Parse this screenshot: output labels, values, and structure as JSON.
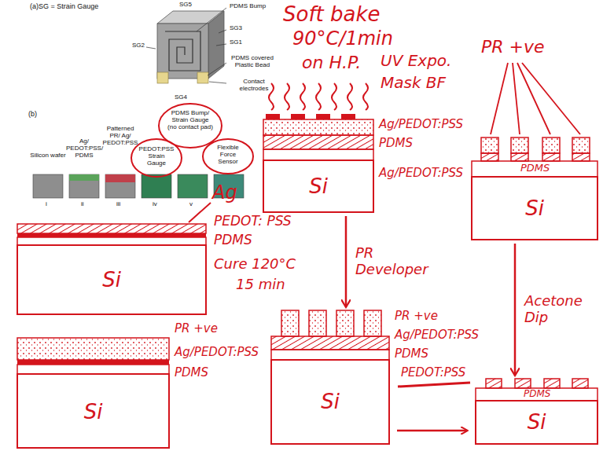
{
  "diagram": {
    "nodes": [
      {
        "text": [
          "Si"
        ]
      },
      {
        "text": [
          "Si"
        ]
      },
      {
        "text": [
          "Si"
        ]
      },
      {
        "text": [
          "Si"
        ]
      },
      {
        "text": [
          "Si"
        ]
      },
      {
        "text": [
          "Si"
        ]
      }
    ],
    "edges": [
      {
        "from": 2,
        "to": 3,
        "arrow": "to",
        "label": "PR Developer"
      },
      {
        "from": 4,
        "to": 5,
        "arrow": "to",
        "label": "Acetone Dip"
      }
    ],
    "labels": [
      "(a)SG = Strain Gauge",
      "SG5",
      "PDMS Bump",
      "SG3",
      "SG2",
      "SG1",
      "PDMS covered Plastic Bead",
      "SG4",
      "Contact electrodes",
      "(b)",
      "Silicon wafer",
      "Ag/ PEDOT:PSS/ PDMS",
      "Patterned PR/ Ag/ PEDOT:PSS",
      "PEDOT:PSS Strain Gauge",
      "PDMS Bump/ Strain Gauge (no contact pad)",
      "Flexible Force Sensor",
      "i",
      "ii",
      "iii",
      "iv",
      "v",
      "Soft bake",
      "90°C/1min",
      "on H.P.",
      "UV Expo.",
      "Mask BF",
      "PR +ve",
      "Ag/PEDOT:PSS",
      "PDMS",
      "Ag/PEDOT:PSS",
      "PDMS",
      "Ag",
      "PEDOT: PSS",
      "PDMS",
      "Cure 120°C",
      "15 min",
      "PR +ve",
      "Ag/PEDOT:PSS",
      "PDMS",
      "PEDOT:PSS",
      "PDMS",
      "PR +ve",
      "Ag/PEDOT:PSS",
      "PDMS"
    ]
  }
}
